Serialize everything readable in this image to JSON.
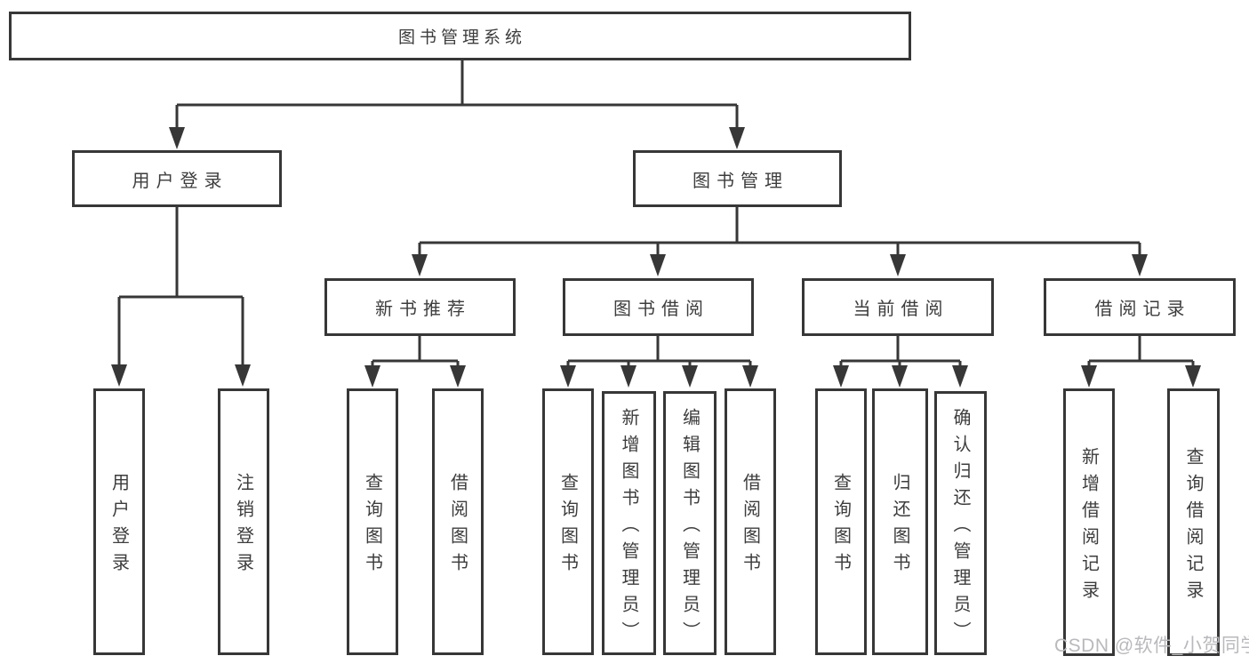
{
  "diagram": {
    "tree": {
      "root": "图书管理系统",
      "branches": [
        {
          "label": "用户登录",
          "children": [
            "用户登录",
            "注销登录"
          ]
        },
        {
          "label": "图书管理",
          "sections": [
            {
              "label": "新书推荐",
              "children": [
                "查询图书",
                "借阅图书"
              ]
            },
            {
              "label": "图书借阅",
              "children": [
                "查询图书",
                "新增图书（管理员）",
                "编辑图书（管理员）",
                "借阅图书"
              ]
            },
            {
              "label": "当前借阅",
              "children": [
                "查询图书",
                "归还图书",
                "确认归还（管理员）"
              ]
            },
            {
              "label": "借阅记录",
              "children": [
                "新增借阅记录",
                "查询借阅记录"
              ]
            }
          ]
        }
      ]
    },
    "watermark": "CSDN @软件_小贺同学",
    "colors": {
      "line": "#373737",
      "text": "#3d3d3d",
      "watermark_text": "#b9b9bd",
      "background": "#ffffff"
    }
  }
}
